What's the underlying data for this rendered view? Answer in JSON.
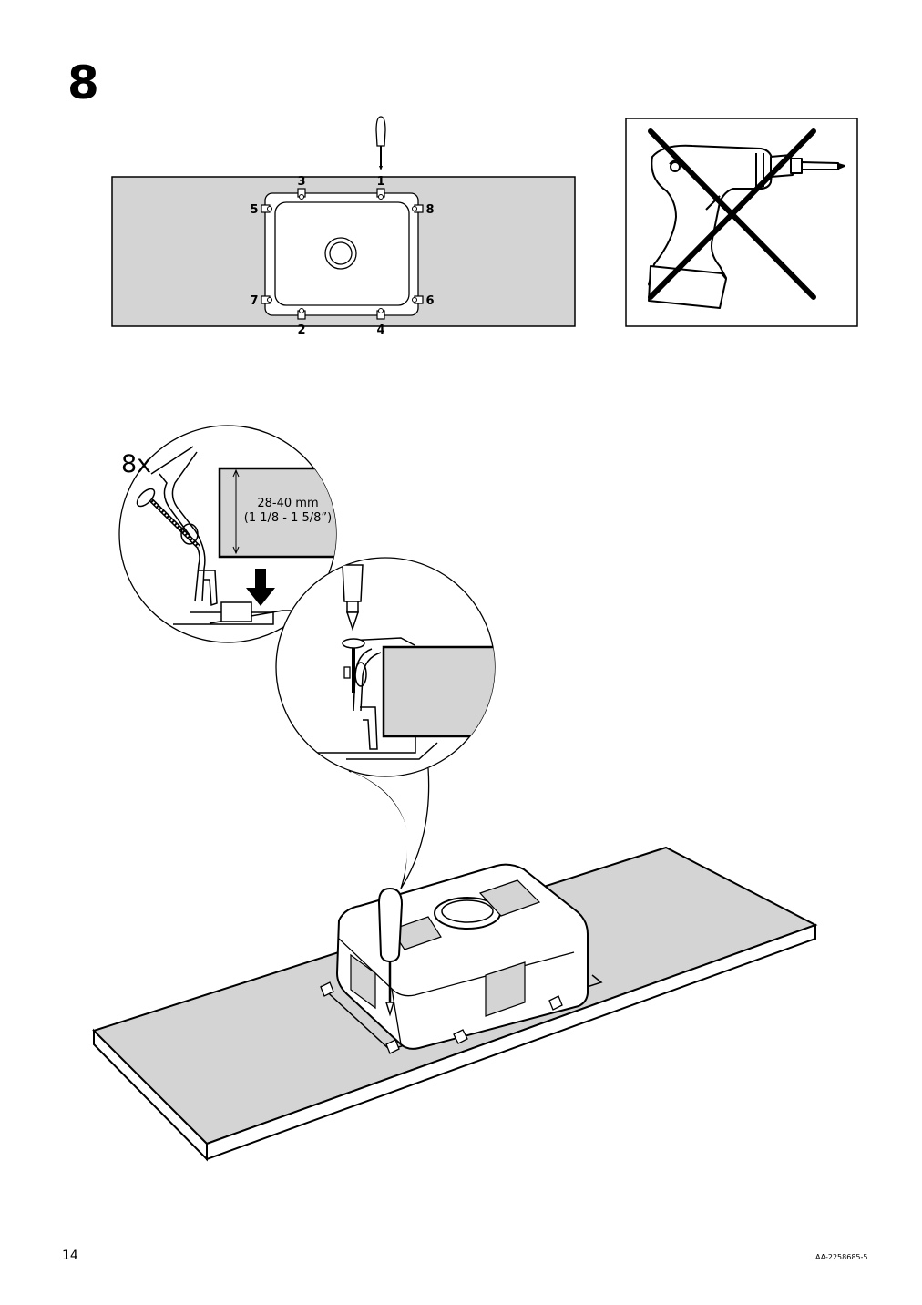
{
  "step": {
    "number": "8"
  },
  "clip_diagram": {
    "labels": [
      "1",
      "2",
      "3",
      "4",
      "5",
      "6",
      "7",
      "8"
    ]
  },
  "warning": {
    "icon": "no-power-drill-icon"
  },
  "detail": {
    "quantity": "8x",
    "measure_mm": "28-40 mm",
    "measure_in": "(1 1/8 - 1 5/8”)"
  },
  "footer": {
    "page_number": "14",
    "doc_code": "AA-2258685-5"
  },
  "colors": {
    "panel_gray": "#d4d4d4",
    "line": "#000000"
  }
}
